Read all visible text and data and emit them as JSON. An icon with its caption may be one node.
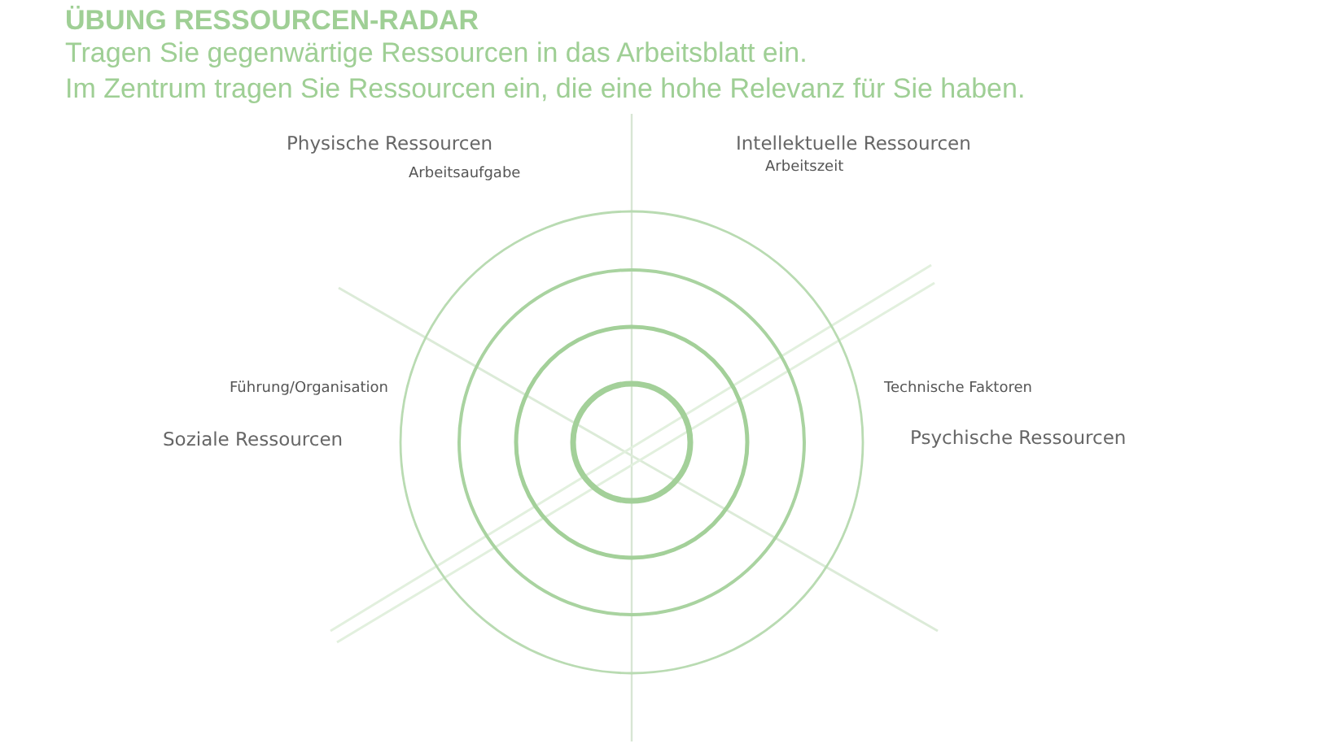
{
  "diagram": {
    "title": "ÜBUNG RESSOURCEN-RADAR",
    "labels": [
      "Tragen Sie gegenwärtige Ressourcen in das Arbeitsblatt ein.",
      "Im Zentrum tragen Sie Ressourcen ein, die eine hohe Relevanz für Sie haben.",
      "Physische Ressourcen",
      "Arbeitsaufgabe",
      "Intellektuelle Ressourcen",
      "Arbeitszeit",
      "Führung/Organisation",
      "Soziale Ressourcen",
      "Technische Faktoren",
      "Psychische Ressourcen"
    ]
  }
}
